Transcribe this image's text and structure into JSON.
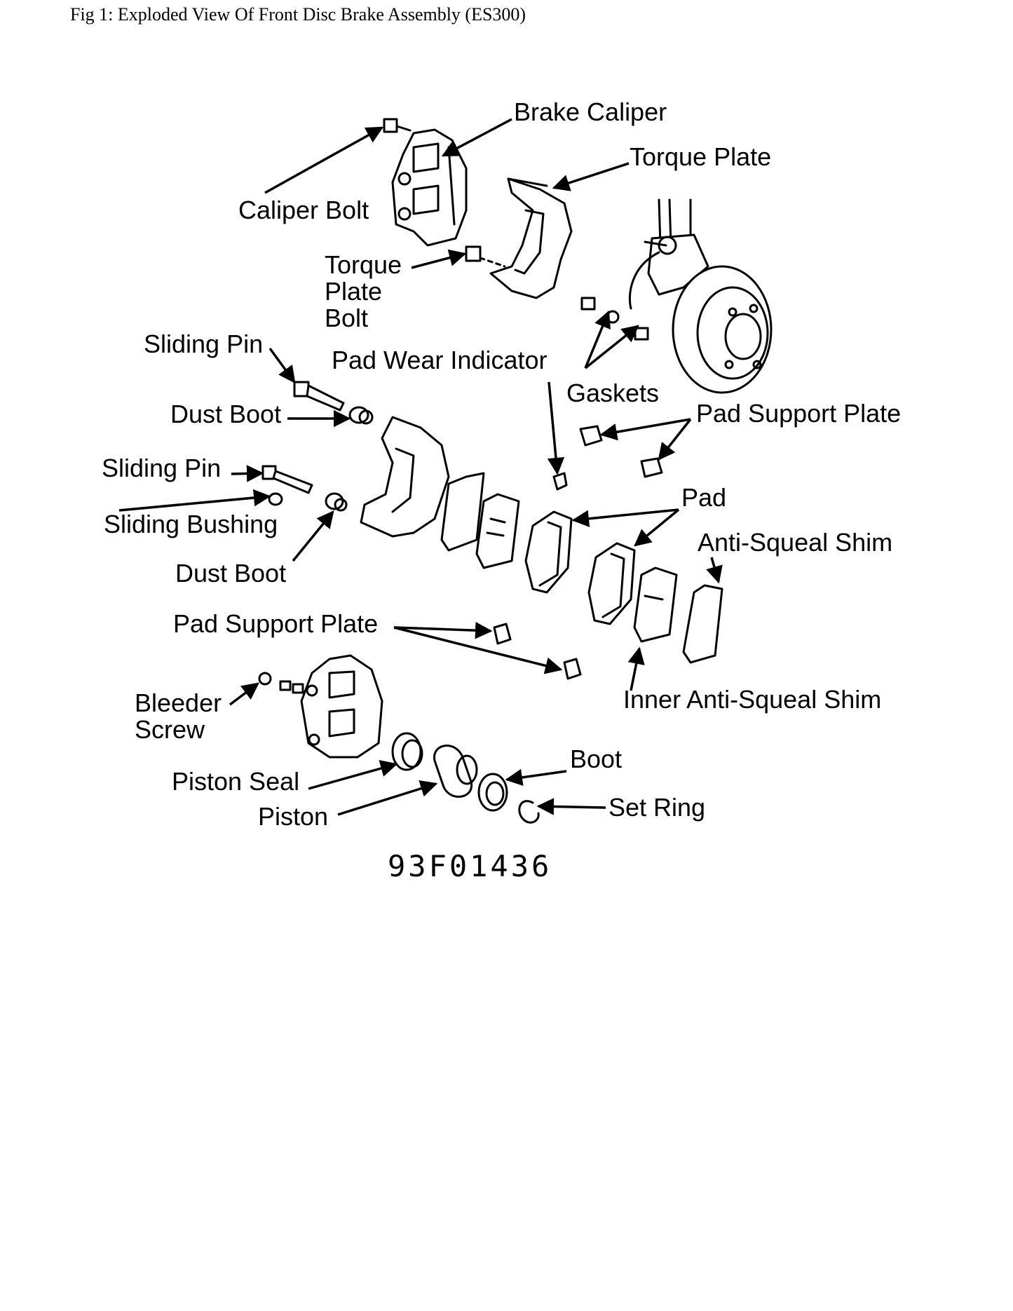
{
  "figure": {
    "caption": "Fig 1: Exploded View Of Front Disc Brake Assembly (ES300)",
    "code": "93F01436"
  },
  "labels": {
    "brake_caliper": "Brake Caliper",
    "torque_plate": "Torque Plate",
    "caliper_bolt": "Caliper Bolt",
    "torque_plate_bolt_1": "Torque",
    "torque_plate_bolt_2": "Plate",
    "torque_plate_bolt_3": "Bolt",
    "sliding_pin_top": "Sliding Pin",
    "pad_wear_indicator": "Pad Wear Indicator",
    "gaskets": "Gaskets",
    "dust_boot_top": "Dust Boot",
    "pad_support_plate_right": "Pad Support Plate",
    "sliding_pin_mid": "Sliding Pin",
    "pad": "Pad",
    "sliding_bushing": "Sliding Bushing",
    "anti_squeal_shim": "Anti-Squeal Shim",
    "dust_boot_bottom": "Dust Boot",
    "pad_support_plate_left": "Pad Support Plate",
    "bleeder_screw_1": "Bleeder",
    "bleeder_screw_2": "Screw",
    "inner_anti_squeal_shim": "Inner Anti-Squeal Shim",
    "boot": "Boot",
    "piston_seal": "Piston Seal",
    "set_ring": "Set Ring",
    "piston": "Piston"
  }
}
